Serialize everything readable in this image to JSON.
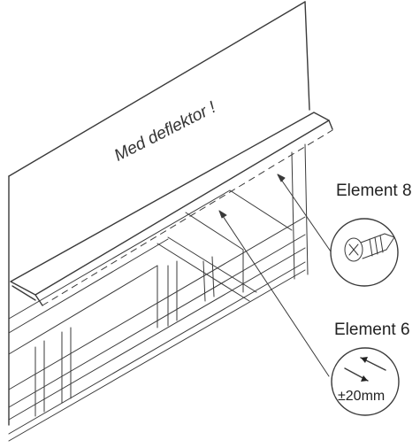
{
  "diagram": {
    "note_text": "Med deflektor !",
    "callouts": [
      {
        "label": "Element 8",
        "icon": "screw-icon"
      },
      {
        "label": "Element 6",
        "icon": "adjust-arrows-icon",
        "tolerance": "±20mm"
      }
    ],
    "colors": {
      "line": "#3a3a3a",
      "background": "#ffffff"
    }
  }
}
